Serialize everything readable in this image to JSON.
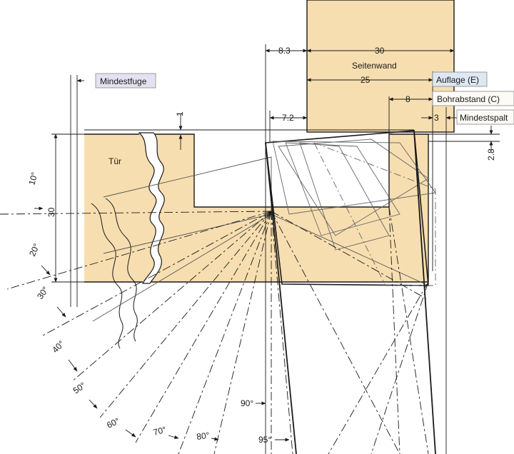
{
  "labels": {
    "door": "Tür",
    "side_wall": "Seitenwand",
    "min_gap_door": "Mindestfuge",
    "support": "Auflage (E)",
    "drill_distance": "Bohrabstand (C)",
    "min_gap_side": "Mindestspalt"
  },
  "dimensions": {
    "wall_thickness": "30",
    "support_width": "25",
    "drill_dist": "8",
    "offset_8_3": "8.3",
    "offset_7_2": "7.2",
    "min_gap_val": "3",
    "door_thickness": "30",
    "top_gap": "1",
    "gap_2_8": "2.8"
  },
  "angles": [
    "10°",
    "20°",
    "30°",
    "40°",
    "50°",
    "60°",
    "70°",
    "80°",
    "90°",
    "95°"
  ],
  "colors": {
    "wood": "#f7deb0",
    "line": "#1a1a1a",
    "support_box": "#dde8f2",
    "min_gap_box": "#e4e2f0",
    "text_box": "#fdfbf5"
  }
}
